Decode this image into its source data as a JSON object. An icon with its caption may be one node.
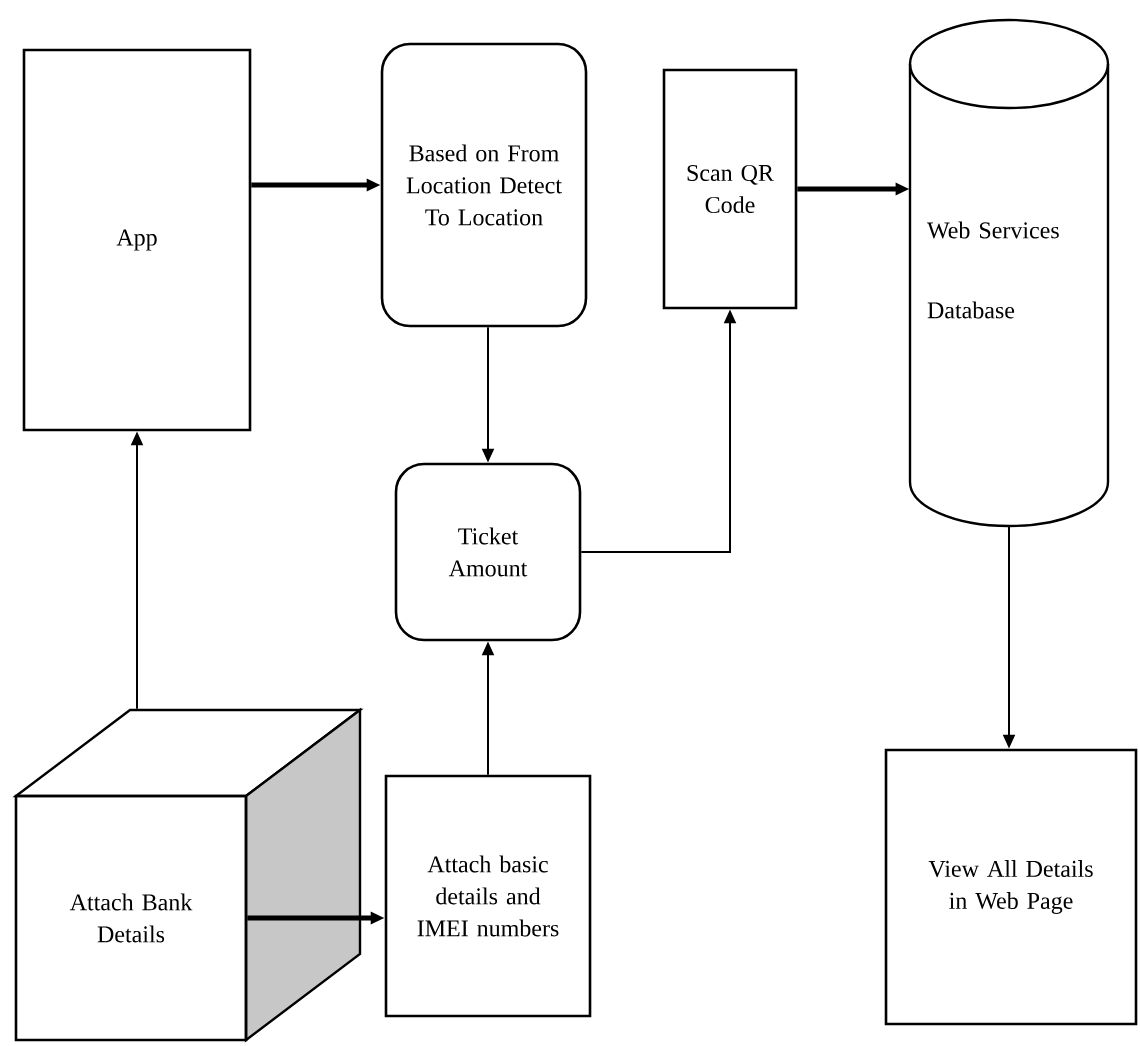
{
  "diagram": {
    "nodes": [
      {
        "text": [
          "App"
        ]
      },
      {
        "text": [
          "Based on From Location Detect To Location"
        ]
      },
      {
        "text": [
          "Scan QR Code"
        ]
      },
      {
        "text": [
          "Web Services Database"
        ]
      },
      {
        "text": [
          "Ticket Amount"
        ]
      },
      {
        "text": [
          "Attach Bank Details"
        ]
      },
      {
        "text": [
          "Attach basic details and IMEI numbers"
        ]
      },
      {
        "text": [
          "View All Details in Web Page"
        ]
      }
    ],
    "edges": [
      {
        "from": 0,
        "to": 1,
        "arrow": "to",
        "style": "thick"
      },
      {
        "from": 1,
        "to": 4,
        "arrow": "to"
      },
      {
        "from": 4,
        "to": 2,
        "arrow": "to"
      },
      {
        "from": 2,
        "to": 3,
        "arrow": "to",
        "style": "thick"
      },
      {
        "from": 3,
        "to": 7,
        "arrow": "to"
      },
      {
        "from": 5,
        "to": 0,
        "arrow": "to"
      },
      {
        "from": 5,
        "to": 6,
        "arrow": "to",
        "style": "thick"
      },
      {
        "from": 6,
        "to": 4,
        "arrow": "to"
      }
    ]
  }
}
